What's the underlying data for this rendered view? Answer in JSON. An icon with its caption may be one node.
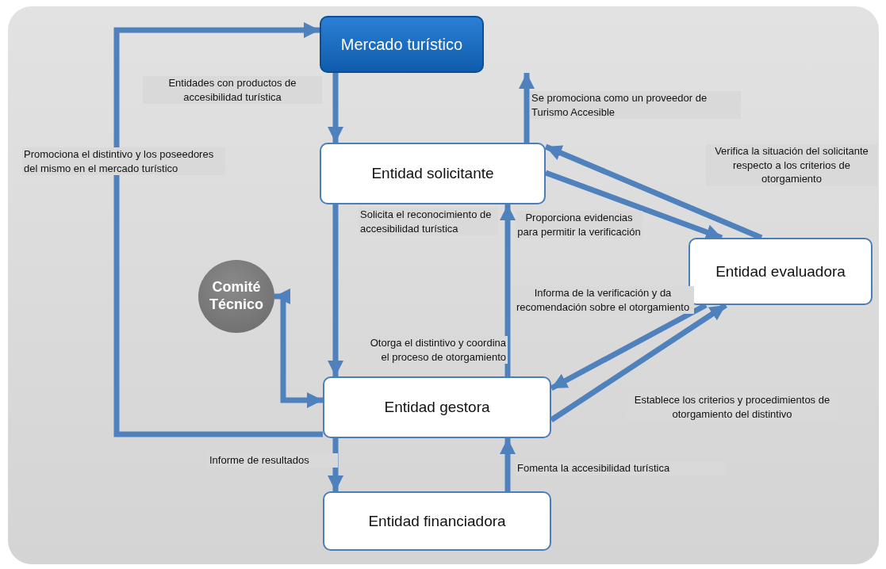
{
  "diagram": {
    "nodes": [
      {
        "text": [
          "Mercado turístico"
        ]
      },
      {
        "text": [
          "Entidad solicitante"
        ]
      },
      {
        "text": [
          "Entidad evaluadora"
        ]
      },
      {
        "text": [
          "Comité Técnico"
        ]
      },
      {
        "text": [
          "Entidad gestora"
        ]
      },
      {
        "text": [
          "Entidad financiadora"
        ]
      }
    ],
    "edges": [
      {
        "from": 4,
        "to": 0,
        "arrow": "to",
        "label": "Promociona el distintivo y los poseedores del mismo en el mercado turístico"
      },
      {
        "from": 0,
        "to": 1,
        "arrow": "to",
        "label": "Entidades con productos de accesibilidad turística"
      },
      {
        "from": 1,
        "to": 0,
        "arrow": "to",
        "label": "Se promociona como un proveedor de Turismo Accesible"
      },
      {
        "from": 1,
        "to": 2,
        "arrow": "to",
        "label": "Proporciona evidencias para permitir la verificación"
      },
      {
        "from": 2,
        "to": 1,
        "arrow": "to",
        "label": "Verifica la situación del solicitante respecto a los criterios de otorgamiento"
      },
      {
        "from": 1,
        "to": 4,
        "arrow": "to",
        "label": "Solicita el reconocimiento de accesibilidad turística"
      },
      {
        "from": 4,
        "to": 1,
        "arrow": "to",
        "label": "Otorga el distintivo y coordina el proceso de otorgamiento"
      },
      {
        "from": 2,
        "to": 4,
        "arrow": "to",
        "label": "Informa de la verificación y da recomendación sobre el otorgamiento"
      },
      {
        "from": 4,
        "to": 2,
        "arrow": "to",
        "label": "Establece los criterios y procedimientos de otorgamiento del distintivo"
      },
      {
        "from": 4,
        "to": 3,
        "arrow": "both"
      },
      {
        "from": 4,
        "to": 5,
        "arrow": "to",
        "label": "Informe de resultados"
      },
      {
        "from": 5,
        "to": 4,
        "arrow": "to",
        "label": "Fomenta la accesibilidad turística"
      }
    ]
  }
}
